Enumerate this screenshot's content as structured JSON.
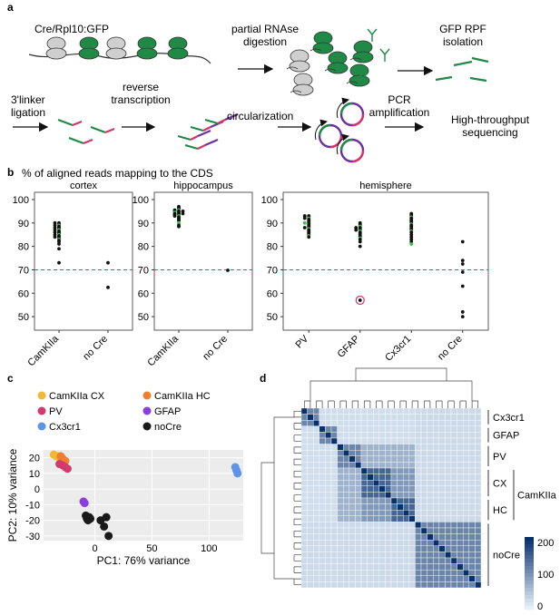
{
  "panels": {
    "a": "a",
    "b": "b",
    "c": "c",
    "d": "d"
  },
  "panel_a": {
    "construct": "Cre/Rpl10:GFP",
    "row1_steps": [
      "partial RNAse\ndigestion",
      "GFP RPF\nisolation"
    ],
    "row2_steps": [
      "3'linker\nligation",
      "reverse\ntranscription",
      "circularization",
      "PCR\namplification",
      "High-throughput\nsequencing"
    ]
  },
  "panel_b": {
    "title": "% of aligned reads mapping to the CDS",
    "groups": [
      {
        "title": "cortex",
        "categories": [
          "CamKIIa",
          "no Cre"
        ]
      },
      {
        "title": "hippocampus",
        "categories": [
          "CamKIIa",
          "no Cre"
        ]
      },
      {
        "title": "hemisphere",
        "categories": [
          "PV",
          "GFAP",
          "Cx3cr1",
          "no Cre"
        ]
      }
    ],
    "y_ticks": [
      "100",
      "90",
      "80",
      "70",
      "60",
      "50"
    ],
    "threshold": 70
  },
  "panel_c": {
    "legend": [
      {
        "label": "CamKIIa CX",
        "color": "#f5b731"
      },
      {
        "label": "CamKIIa HC",
        "color": "#f07f2e"
      },
      {
        "label": "PV",
        "color": "#d13b6e"
      },
      {
        "label": "GFAP",
        "color": "#8b3fe0"
      },
      {
        "label": "Cx3cr1",
        "color": "#5f93e8"
      },
      {
        "label": "noCre",
        "color": "#1a1a1a"
      }
    ],
    "xlabel": "PC1: 76% variance",
    "ylabel": "PC2: 10% variance",
    "x_ticks": [
      "0",
      "50",
      "100"
    ],
    "y_ticks": [
      "20",
      "10",
      "0",
      "-10",
      "-20",
      "-30"
    ]
  },
  "panel_d": {
    "row_labels": [
      "Cx3cr1",
      "GFAP",
      "PV",
      "CX",
      "HC",
      "noCre"
    ],
    "group_label": "CamKIIa",
    "colorbar_ticks": [
      "200",
      "100",
      "0"
    ]
  },
  "chart_data": [
    {
      "type": "scatter",
      "title": "% of aligned reads mapping to the CDS",
      "subtitle": "cortex",
      "xlabel": "",
      "ylabel": "",
      "ylim": [
        45,
        100
      ],
      "categories": [
        "CamKIIa",
        "no Cre"
      ],
      "series": [
        {
          "category": "CamKIIa",
          "values": [
            90,
            90,
            89.5,
            89,
            89,
            88.5,
            88,
            88,
            87.5,
            87,
            87,
            86.5,
            86,
            86,
            85.5,
            85,
            85,
            84.5,
            84,
            84,
            83.5,
            83,
            82.5,
            82,
            81,
            79,
            73
          ]
        },
        {
          "category": "no Cre",
          "values": [
            73,
            62.5
          ]
        }
      ]
    },
    {
      "type": "scatter",
      "subtitle": "hippocampus",
      "ylim": [
        45,
        100
      ],
      "categories": [
        "CamKIIa",
        "no Cre"
      ],
      "series": [
        {
          "category": "CamKIIa",
          "values": [
            97,
            96.5,
            96,
            95.5,
            95.5,
            95,
            95,
            95,
            94.5,
            94.5,
            94,
            94,
            94,
            93.5,
            93.5,
            93,
            93,
            92.5,
            92,
            91.5,
            91,
            90,
            89,
            88.5
          ]
        },
        {
          "category": "no Cre",
          "values": [
            69.8
          ]
        }
      ]
    },
    {
      "type": "scatter",
      "subtitle": "hemisphere",
      "ylim": [
        45,
        100
      ],
      "categories": [
        "PV",
        "GFAP",
        "Cx3cr1",
        "no Cre"
      ],
      "series": [
        {
          "category": "PV",
          "values": [
            93,
            93,
            92.5,
            92,
            92,
            91.5,
            91,
            90.5,
            90,
            90,
            89.5,
            89,
            88.5,
            88,
            88,
            87.5,
            87,
            86.5,
            86,
            85.5,
            85,
            84.5,
            84
          ]
        },
        {
          "category": "GFAP",
          "values": [
            90,
            89.5,
            89,
            88.5,
            88,
            88,
            87.5,
            87,
            87,
            86.5,
            86,
            85.5,
            85,
            84.5,
            84,
            83.5,
            83,
            82,
            80,
            57
          ]
        },
        {
          "category": "Cx3cr1",
          "values": [
            94,
            93.5,
            93,
            92.5,
            92,
            91.5,
            91,
            90.5,
            90,
            89.5,
            89,
            88.5,
            88,
            87.5,
            87,
            86.5,
            86,
            85,
            84,
            83,
            82,
            81
          ]
        },
        {
          "category": "no Cre",
          "values": [
            82,
            74,
            72.5,
            69,
            63,
            52,
            50
          ]
        }
      ]
    },
    {
      "type": "scatter",
      "xlabel": "PC1: 76% variance",
      "ylabel": "PC2: 10% variance",
      "xlim": [
        -45,
        130
      ],
      "ylim": [
        -33,
        25
      ],
      "series": [
        {
          "name": "CamKIIa CX",
          "points": [
            [
              -36,
              22
            ],
            [
              -34,
              21
            ],
            [
              -33,
              21
            ],
            [
              -31,
              20
            ]
          ]
        },
        {
          "name": "CamKIIa HC",
          "points": [
            [
              -30,
              21
            ],
            [
              -29,
              20
            ],
            [
              -28,
              19
            ],
            [
              -26,
              18
            ]
          ]
        },
        {
          "name": "PV",
          "points": [
            [
              -31,
              16
            ],
            [
              -28,
              15
            ],
            [
              -26,
              14
            ],
            [
              -24,
              13
            ]
          ]
        },
        {
          "name": "GFAP",
          "points": [
            [
              -10,
              -8
            ],
            [
              -9,
              -9
            ]
          ]
        },
        {
          "name": "Cx3cr1",
          "points": [
            [
              123,
              14
            ],
            [
              124,
              12
            ],
            [
              125,
              10
            ]
          ]
        },
        {
          "name": "noCre",
          "points": [
            [
              -8,
              -17
            ],
            [
              -7,
              -19
            ],
            [
              -6,
              -20
            ],
            [
              -5,
              -18
            ],
            [
              -4,
              -19
            ],
            [
              5,
              -20
            ],
            [
              8,
              -24
            ],
            [
              10,
              -18
            ],
            [
              12,
              -30
            ]
          ]
        }
      ]
    },
    {
      "type": "heatmap",
      "row_groups": [
        "Cx3cr1",
        "GFAP",
        "PV",
        "CX",
        "HC",
        "noCre"
      ],
      "colorbar": [
        0,
        200
      ]
    }
  ]
}
